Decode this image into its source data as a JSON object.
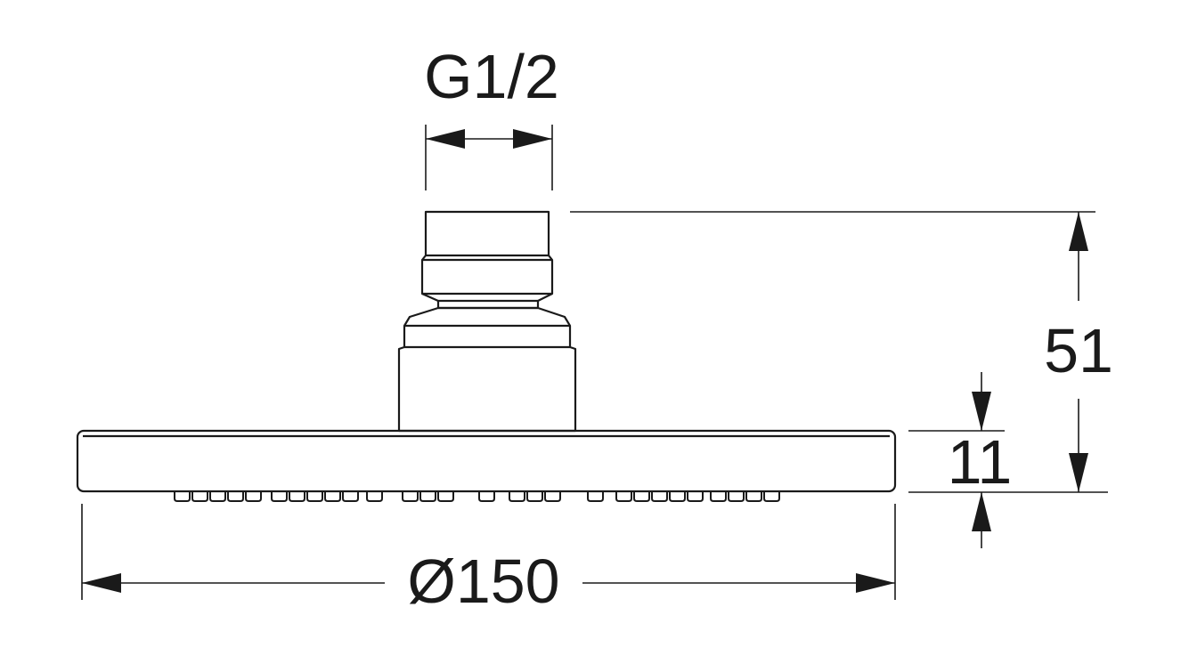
{
  "dimensions": {
    "thread": "G1/2",
    "height_total": "51",
    "plate_thickness": "11",
    "diameter": "Ø150"
  },
  "colors": {
    "line": "#1a1a1a",
    "background": "#ffffff"
  }
}
